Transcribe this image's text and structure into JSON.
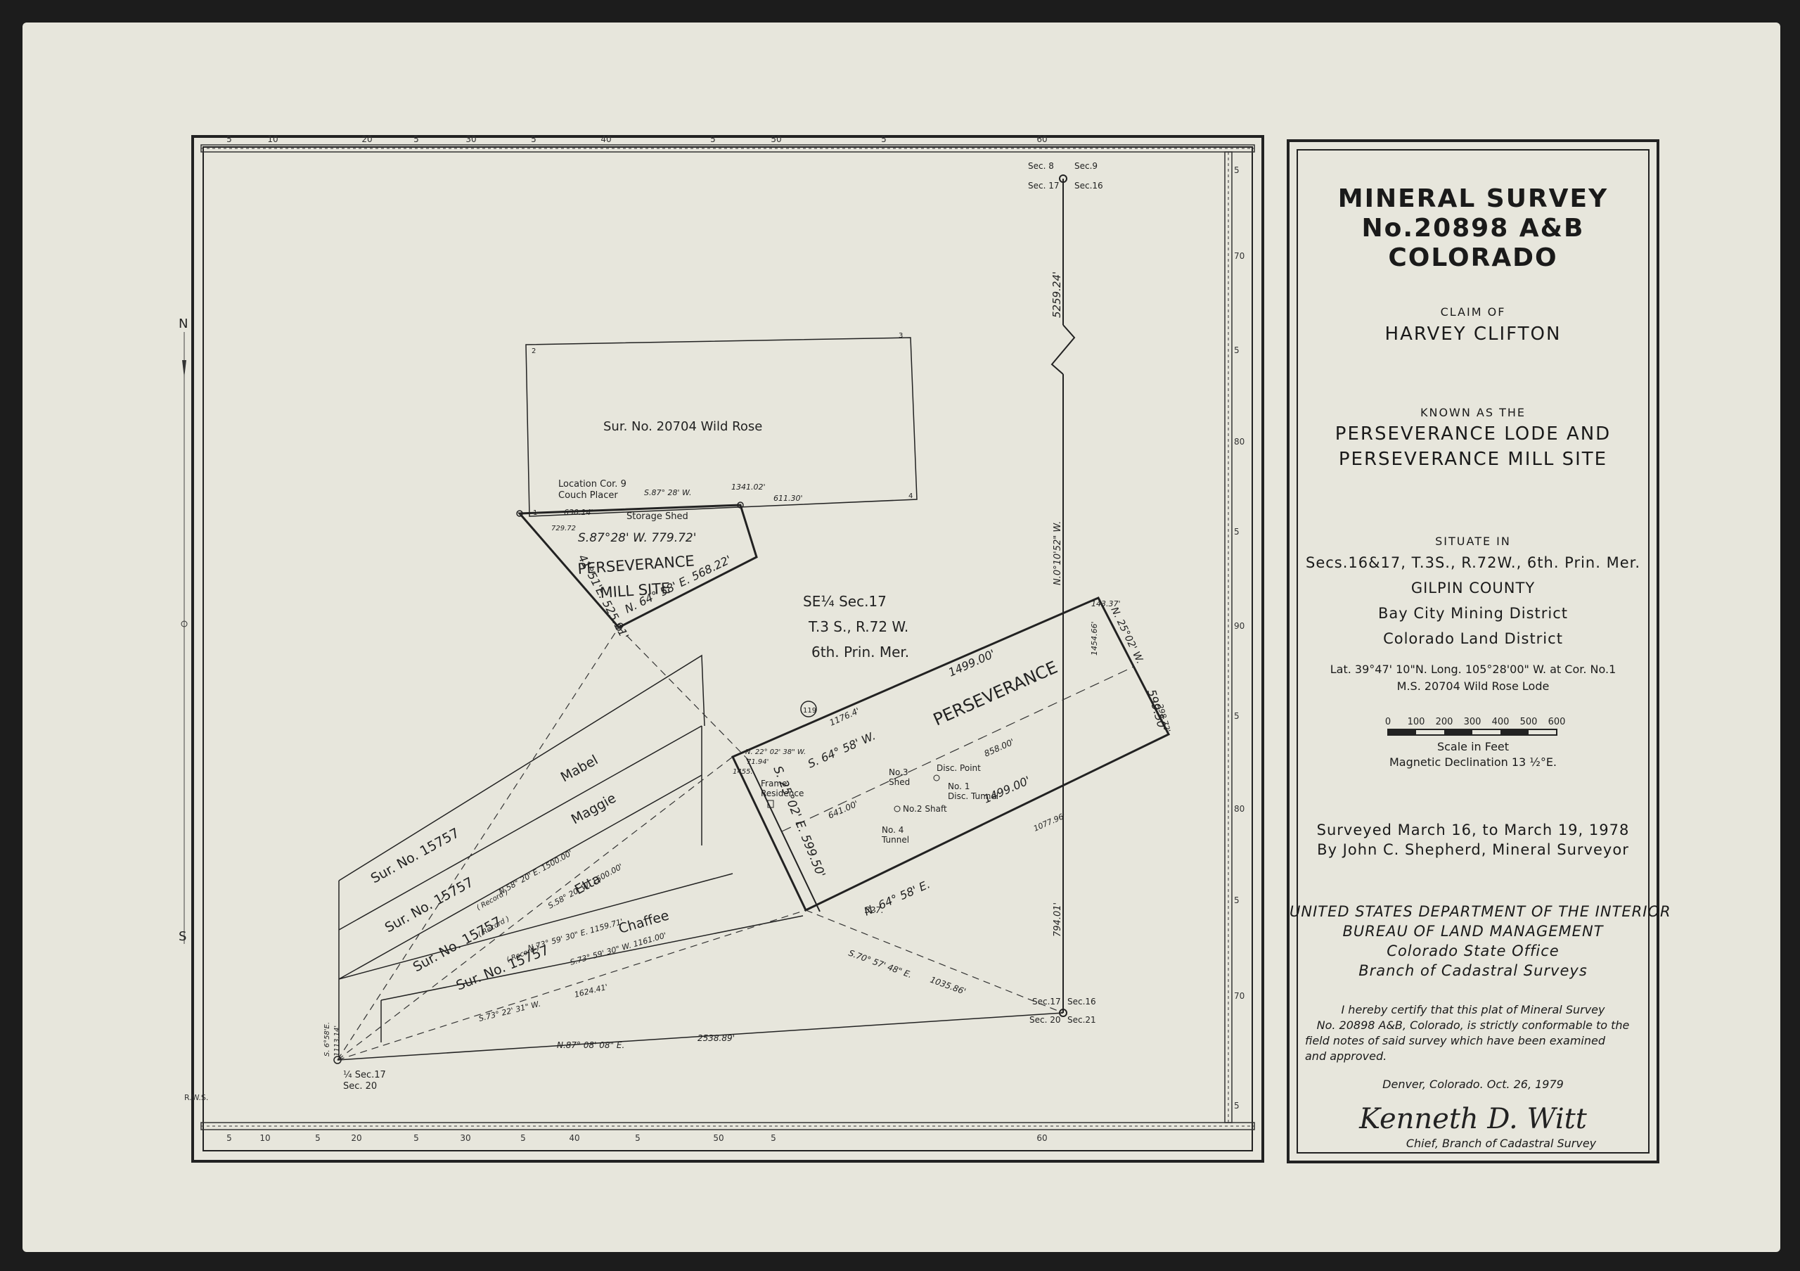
{
  "title_block": {
    "title_line1": "MINERAL SURVEY",
    "title_line2": "No.20898 A&B",
    "title_line3": "COLORADO",
    "claim_of": "CLAIM OF",
    "claimant": "HARVEY CLIFTON",
    "known_as": "KNOWN AS THE",
    "name_line1": "PERSEVERANCE LODE AND",
    "name_line2": "PERSEVERANCE MILL SITE",
    "situate_in": "SITUATE IN",
    "secs": "Secs.16&17, T.3S., R.72W., 6th. Prin. Mer.",
    "county": "GILPIN COUNTY",
    "mining_district": "Bay City Mining District",
    "land_district": "Colorado Land District",
    "lat_long": "Lat. 39°47' 10\"N. Long. 105°28'00\" W. at Cor. No.1",
    "lat_long_ref": "M.S. 20704 Wild Rose Lode",
    "scale_ticks": [
      "0",
      "100",
      "200",
      "300",
      "400",
      "500",
      "600"
    ],
    "scale_label": "Scale in Feet",
    "declination": "Magnetic Declination 13 ½°E.",
    "surveyed": "Surveyed March 16, to March 19, 1978",
    "surveyor": "By John C. Shepherd, Mineral Surveyor",
    "dept": "UNITED STATES DEPARTMENT OF THE INTERIOR",
    "bureau": "BUREAU OF LAND MANAGEMENT",
    "office": "Colorado State Office",
    "branch": "Branch of Cadastral Surveys",
    "certify1": "I hereby certify that this plat of Mineral Survey",
    "certify2": "No. 20898 A&B, Colorado, is strictly conformable to the",
    "certify3": "field notes of said survey which have been examined",
    "certify4": "and approved.",
    "place_date": "Denver, Colorado.      Oct. 26, 1979",
    "signature": "Kenneth D. Witt",
    "chief": "Chief, Branch of Cadastral Survey"
  },
  "map": {
    "north": "N",
    "south": "S",
    "initials": "R.W.S.",
    "ruler_top": [
      "5",
      "10",
      "20",
      "5",
      "30",
      "5",
      "40",
      "5",
      "50",
      "5",
      "60"
    ],
    "ruler_bottom": [
      "5",
      "10",
      "5",
      "20",
      "5",
      "30",
      "5",
      "40",
      "5",
      "50",
      "5",
      "60"
    ],
    "ruler_right": [
      "5",
      "70",
      "5",
      "80",
      "5",
      "90",
      "5",
      "80",
      "5",
      "70",
      "5"
    ],
    "wild_rose": "Sur. No. 20704   Wild Rose",
    "location_cor": "Location Cor. 9",
    "couch_placer": "Couch Placer",
    "storage_shed": "Storage Shed",
    "mill_site_1": "PERSEVERANCE",
    "mill_site_2": "MILL SITE",
    "se_quarter": "SE¼ Sec.17",
    "township": "T.3 S., R.72 W.",
    "meridian": "6th. Prin. Mer.",
    "perseverance": "PERSEVERANCE",
    "mabel": "Mabel",
    "maggie": "Maggie",
    "etta": "Etta",
    "chaffee": "Chaffee",
    "sur_15757_a": "Sur. No. 15757",
    "sur_15757_b": "Sur. No. 15757",
    "sur_15757_c": "Sur. No. 15757",
    "sur_15757_d": "Sur. No. 15757",
    "frame_residence_1": "Frame",
    "frame_residence_2": "Residence",
    "disc_point": "Disc. Point",
    "no3_shed_1": "No.3",
    "no3_shed_2": "Shed",
    "no1_1": "No. 1",
    "no1_2": "Disc. Tunnel",
    "no2": "No.2 Shaft",
    "no4_1": "No. 4",
    "no4_2": "Tunnel",
    "sec_8": "Sec. 8",
    "sec_9": "Sec.9",
    "sec_17_top": "Sec. 17",
    "sec_16_top": "Sec.16",
    "sec_17_bot": "Sec.17",
    "sec_16_bot": "Sec.16",
    "sec_20": "Sec. 20",
    "sec_21": "Sec.21",
    "q_sec17": "¼ Sec.17",
    "q_sec20": "Sec. 20",
    "route": "119",
    "bearings": {
      "b1": "5259.24'",
      "b2": "N.0°10'52\" W.",
      "b3": "794.01'",
      "b4": "S.87° 28' W.",
      "b5": "1341.02'",
      "b6": "611.30'",
      "b7": "630.14'",
      "b8": "729.72",
      "b9": "S.87°28' W. 779.72'",
      "b10": "41°51'E. 525.91'",
      "b11": "N. 64° 58' E. 568.22'",
      "b12": "1499.00'",
      "b13": "1499.00'",
      "b14": "N. 25°02' W.",
      "b15": "599.50'",
      "b16": "S. 25°02' E. 599.50'",
      "b17": "S. 64° 58' W.",
      "b18": "1176.4'",
      "b19": "N. 64° 58' E.",
      "b20": "858.00'",
      "b21": "641.00'",
      "b22": "143.37'",
      "b23": "1454.66'",
      "b24": "298.72'",
      "b25": "1077.96'",
      "b26": "327.",
      "b27": "S.70° 57' 48\" E.",
      "b28": "1035.86'",
      "b29": "N.87° 08' 08\" E.",
      "b30": "2538.89'",
      "b31": "N.73° 59' 30\" E.  1159.71'",
      "b32": "S.73° 59' 30\" W.  1161.00'",
      "b33": "N.58° 20' E.  1500.00'",
      "b34": "S.58° 20' W.  1500.00'",
      "b35": "S.73° 22' 31\" W.",
      "b36": "1624.41'",
      "b37": "N. 22° 02' 38\" W.",
      "b38": "71.94'",
      "b39": "1455.",
      "b40": "S. 6°58'E.",
      "b41": "1113.14'",
      "b42": "( Record )",
      "b43": "( Record )",
      "b44": "( Record )"
    }
  }
}
